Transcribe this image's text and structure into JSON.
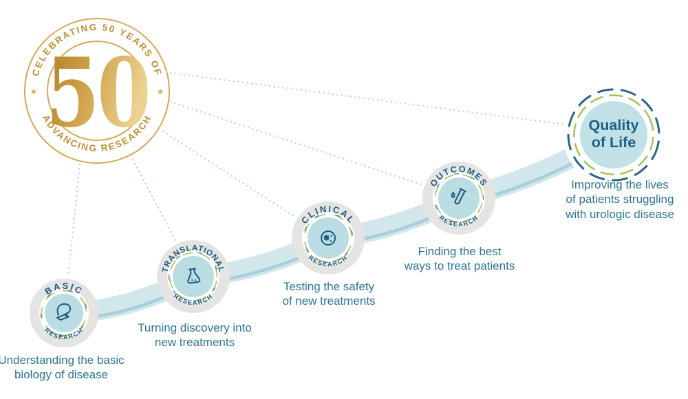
{
  "badge": {
    "arc_top": "CELEBRATING 50 YEARS OF",
    "number": "50",
    "arc_bottom": "ADVANCING RESEARCH",
    "star": "★"
  },
  "stages": [
    {
      "label": "BASIC",
      "sublabel": "RESEARCH",
      "icon": "microscope-icon",
      "description": "Understanding the basic\nbiology of disease"
    },
    {
      "label": "TRANSLATIONAL",
      "sublabel": "RESEARCH",
      "icon": "flask-icon",
      "description": "Turning discovery into\nnew treatments"
    },
    {
      "label": "CLINICAL",
      "sublabel": "RESEARCH",
      "icon": "petri-dish-icon",
      "description": "Testing the safety\nof new treatments"
    },
    {
      "label": "OUTCOMES",
      "sublabel": "RESEARCH",
      "icon": "test-tube-icon",
      "description": "Finding the best\nways to treat patients"
    }
  ],
  "quality_of_life": {
    "title": "Quality\nof Life",
    "description": "Improving the lives\nof patients struggling\nwith urologic disease"
  },
  "colors": {
    "gold_ring": "#d9a84e",
    "gold_text": "#bf9033",
    "gold_dark": "#ab7d2a",
    "gold_mid": "#cf9f44",
    "gold_light": "#ecd291",
    "ribbon_pale": "#d2e7ec",
    "ribbon_stripe": "#a7ced9",
    "dotted_line": "#b7d0da",
    "circle_gray": "#e4e4e3",
    "circle_blue": "#badde4",
    "qol_fill": "#c2e1e6",
    "sketch_green": "#a9c25f",
    "sketch_blue": "#5d8aa3",
    "dash_blue": "#2c6486",
    "label_blue": "#1e5b7e",
    "icon_stroke": "#205d80",
    "desc_text": "#2d7596"
  }
}
